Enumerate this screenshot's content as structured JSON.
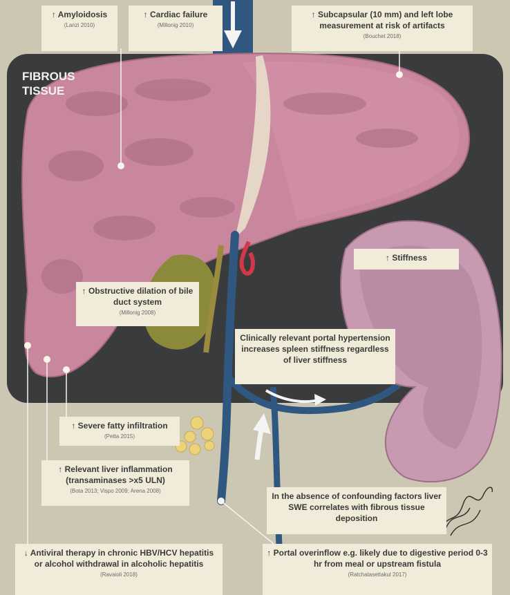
{
  "background_label": "FIBROUS\nTISSUE",
  "annotations": [
    {
      "id": "amyloidosis",
      "text": "↑ Amyloidosis",
      "ref": "(Lanzi 2010)"
    },
    {
      "id": "cardiac",
      "text": "↑ Cardiac failure",
      "ref": "(Millonig 2010)"
    },
    {
      "id": "subcapsular",
      "text": "↑ Subcapsular (10 mm) and left lobe measurement at risk of artifacts",
      "ref": "(Bouchet 2018)"
    },
    {
      "id": "stiffness",
      "text": "↑ Stiffness",
      "ref": ""
    },
    {
      "id": "obstructive",
      "text": "↑ Obstructive dilation of bile duct system",
      "ref": "(Millonig 2008)"
    },
    {
      "id": "portal_ht",
      "text": "Clinically relevant portal hypertension increases spleen stiffness regardless of liver stiffness",
      "ref": ""
    },
    {
      "id": "fatty",
      "text": "↑ Severe fatty infiltration",
      "ref": "(Petta 2015)"
    },
    {
      "id": "inflammation",
      "text": "↑ Relevant liver inflammation (transaminases >x5 ULN)",
      "ref": "(Bota 2013; Vispo 2009; Arena 2008)"
    },
    {
      "id": "swe",
      "text": "In the absence of confounding factors liver SWE correlates with fibrous tissue deposition",
      "ref": ""
    },
    {
      "id": "antiviral",
      "text": "↓ Antiviral therapy in chronic HBV/HCV hepatitis or alcohol withdrawal in alcoholic hepatitis",
      "ref": "(Ravaioli 2018)"
    },
    {
      "id": "overinflow",
      "text": "↑ Portal overinflow e.g. likely due to digestive period 0-3 hr from meal or upstream fistula",
      "ref": "(Ratchatasettakul 2017)"
    }
  ]
}
